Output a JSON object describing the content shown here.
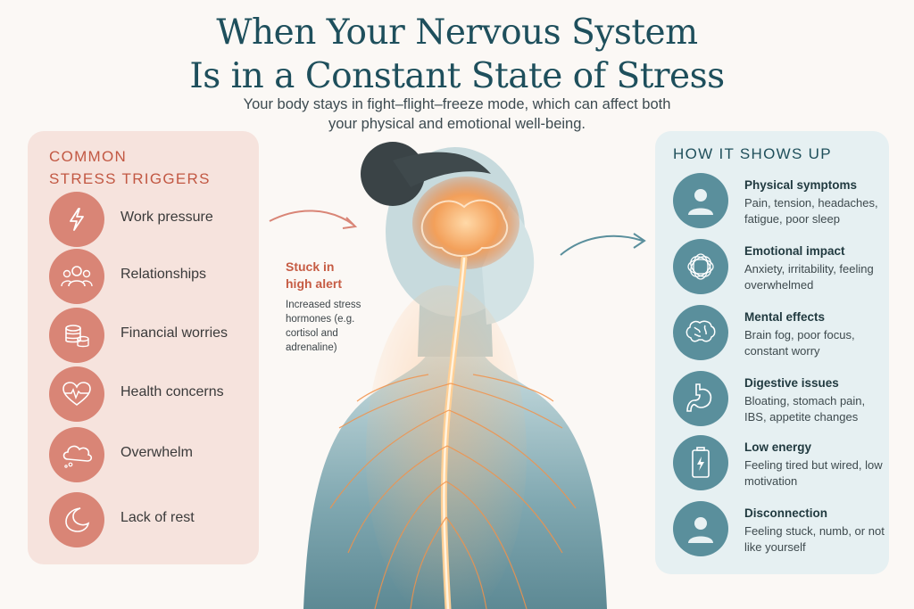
{
  "header": {
    "title_line1": "When Your Nervous System",
    "title_line2": "Is in a Constant State of Stress",
    "subtitle_line1": "Your body stays in fight–flight–freeze mode, which can affect both",
    "subtitle_line2": "your physical and emotional well-being."
  },
  "triggers": {
    "heading_line1": "COMMON",
    "heading_line2": "STRESS TRIGGERS",
    "items": [
      {
        "label": "Work pressure",
        "icon": "lightning-icon"
      },
      {
        "label": "Relationships",
        "icon": "people-icon"
      },
      {
        "label": "Financial worries",
        "icon": "coins-icon"
      },
      {
        "label": "Health concerns",
        "icon": "heartbeat-icon"
      },
      {
        "label": "Overwhelm",
        "icon": "cloud-icon"
      },
      {
        "label": "Lack of rest",
        "icon": "moon-icon"
      }
    ]
  },
  "center": {
    "alert_title_line1": "Stuck in",
    "alert_title_line2": "high alert",
    "alert_desc": "Increased stress hormones (e.g. cortisol and adrenaline)"
  },
  "symptoms": {
    "heading": "HOW IT SHOWS UP",
    "items": [
      {
        "title": "Physical symptoms",
        "desc": "Pain, tension, headaches, fatigue, poor sleep",
        "icon": "person-icon"
      },
      {
        "title": "Emotional impact",
        "desc": "Anxiety, irritability, feeling overwhelmed",
        "icon": "tangle-icon"
      },
      {
        "title": "Mental effects",
        "desc": "Brain fog, poor focus, constant worry",
        "icon": "brain-icon"
      },
      {
        "title": "Digestive issues",
        "desc": "Bloating, stomach pain, IBS, appetite changes",
        "icon": "stomach-icon"
      },
      {
        "title": "Low energy",
        "desc": "Feeling tired but wired, low motivation",
        "icon": "battery-icon"
      },
      {
        "title": "Disconnection",
        "desc": "Feeling stuck, numb, or not like yourself",
        "icon": "person-icon"
      }
    ]
  },
  "colors": {
    "title": "#1e4f5c",
    "trigger_accent": "#c25843",
    "trigger_circle": "#d98576",
    "symptom_circle": "#5a8f9c",
    "nerve_glow": "#f08a3a"
  }
}
